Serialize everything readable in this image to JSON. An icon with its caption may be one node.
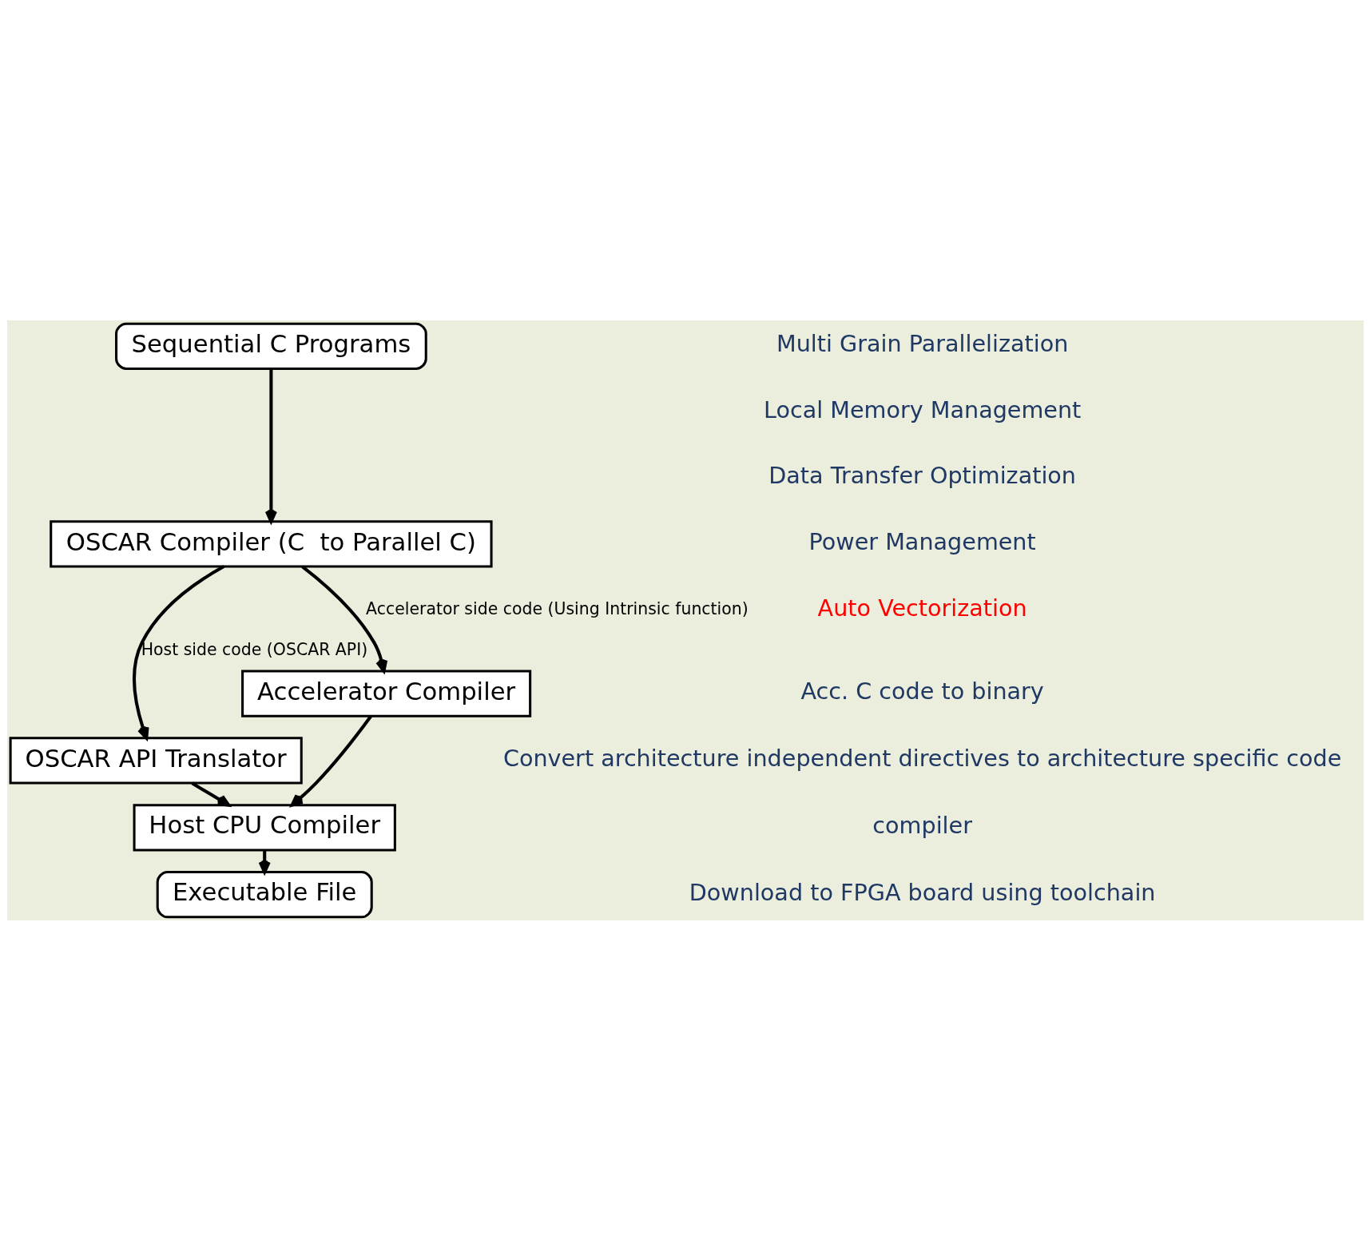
{
  "diagram": {
    "nodes": [
      {
        "text": [
          "Sequential C Programs"
        ]
      },
      {
        "text": [
          "OSCAR Compiler (C  to Parallel C)"
        ]
      },
      {
        "text": [
          "Accelerator Compiler"
        ]
      },
      {
        "text": [
          "OSCAR API Translator"
        ]
      },
      {
        "text": [
          "Host CPU Compiler"
        ]
      },
      {
        "text": [
          "Executable File"
        ]
      }
    ],
    "edges": [
      {
        "from": 0,
        "to": 1,
        "arrow": "to"
      },
      {
        "from": 1,
        "to": 3,
        "arrow": "to",
        "label": "Host side code (OSCAR API)"
      },
      {
        "from": 1,
        "to": 2,
        "arrow": "to",
        "label": "Accelerator side code (Using Intrinsic function)"
      },
      {
        "from": 3,
        "to": 4,
        "arrow": "to"
      },
      {
        "from": 2,
        "to": 4,
        "arrow": "to"
      },
      {
        "from": 4,
        "to": 5,
        "arrow": "to"
      }
    ],
    "labels": [
      "Multi Grain Parallelization",
      "Local Memory Management",
      "Data Transfer Optimization",
      "Power Management",
      "Auto Vectorization",
      "Acc. C code to binary",
      "Convert architecture independent directives to architecture specific code",
      "compiler",
      "Download to FPGA board using toolchain"
    ]
  }
}
